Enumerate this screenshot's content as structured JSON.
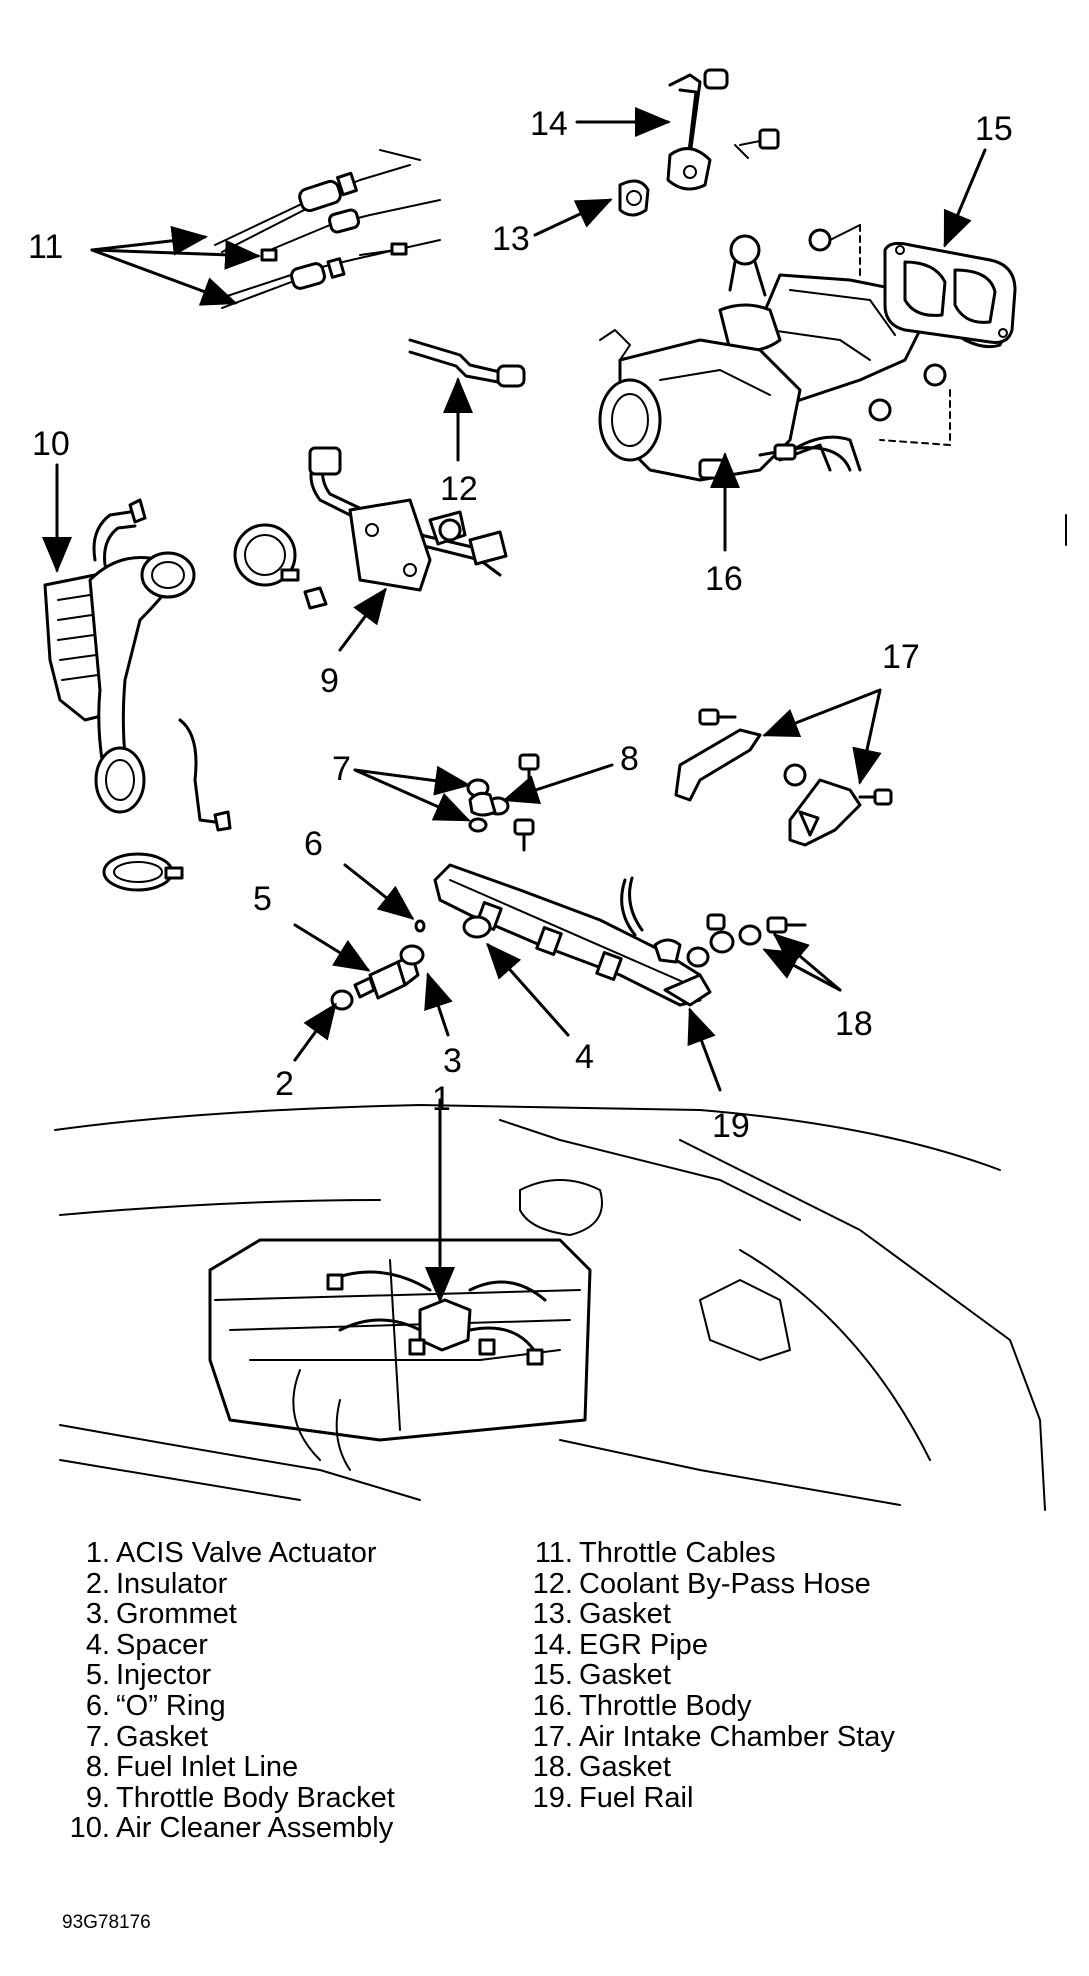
{
  "diagram": {
    "callouts": [
      "1",
      "2",
      "3",
      "4",
      "5",
      "6",
      "7",
      "8",
      "9",
      "10",
      "11",
      "12",
      "13",
      "14",
      "15",
      "16",
      "17",
      "18",
      "19"
    ]
  },
  "legend": {
    "left": [
      {
        "num": "1.",
        "name": "ACIS Valve Actuator"
      },
      {
        "num": "2.",
        "name": "Insulator"
      },
      {
        "num": "3.",
        "name": "Grommet"
      },
      {
        "num": "4.",
        "name": "Spacer"
      },
      {
        "num": "5.",
        "name": "Injector"
      },
      {
        "num": "6.",
        "name": "“O” Ring"
      },
      {
        "num": "7.",
        "name": "Gasket"
      },
      {
        "num": "8.",
        "name": "Fuel Inlet Line"
      },
      {
        "num": "9.",
        "name": "Throttle Body Bracket"
      },
      {
        "num": "10.",
        "name": "Air Cleaner Assembly"
      }
    ],
    "right": [
      {
        "num": "11.",
        "name": "Throttle Cables"
      },
      {
        "num": "12.",
        "name": "Coolant By-Pass Hose"
      },
      {
        "num": "13.",
        "name": "Gasket"
      },
      {
        "num": "14.",
        "name": "EGR Pipe"
      },
      {
        "num": "15.",
        "name": "Gasket"
      },
      {
        "num": "16.",
        "name": "Throttle Body"
      },
      {
        "num": "17.",
        "name": "Air Intake Chamber Stay"
      },
      {
        "num": "18.",
        "name": "Gasket"
      },
      {
        "num": "19.",
        "name": "Fuel Rail"
      }
    ]
  },
  "figure_id": "93G78176",
  "colors": {
    "ink": "#000000",
    "paper": "#ffffff"
  }
}
